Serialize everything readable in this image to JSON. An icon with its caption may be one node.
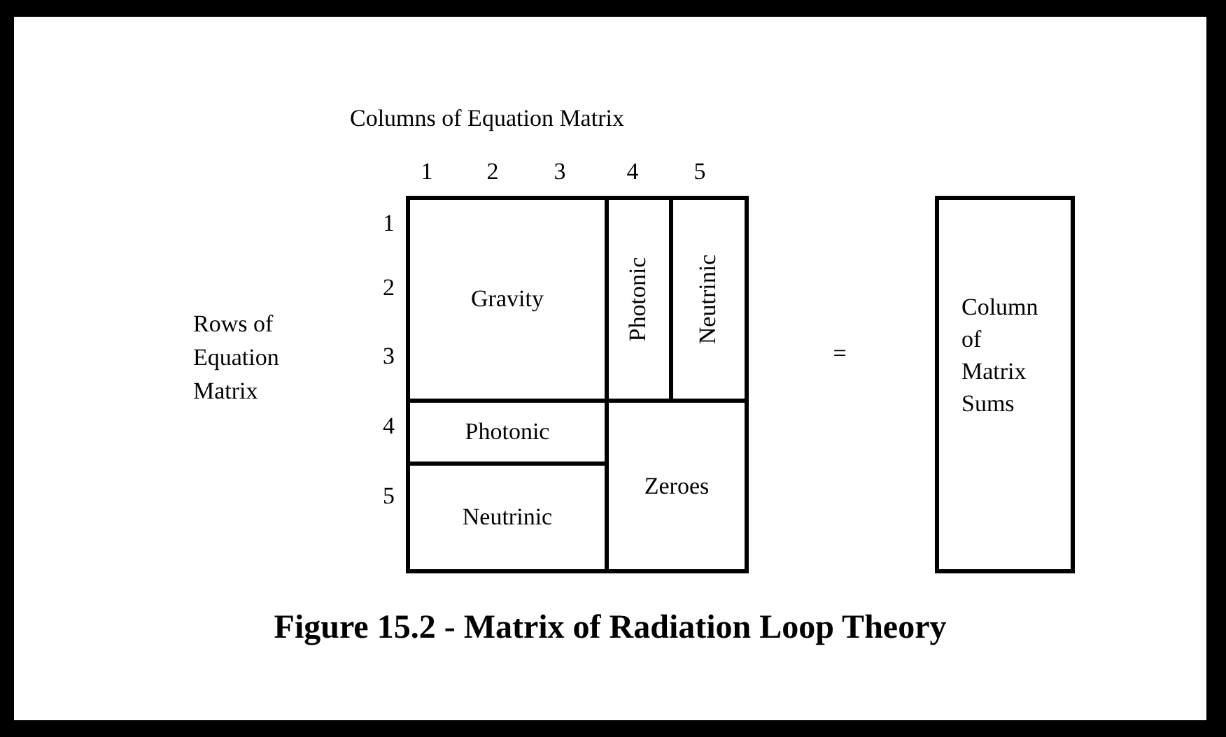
{
  "diagram": {
    "caption": "Figure 15.2 - Matrix of Radiation Loop Theory",
    "nodes": [
      {
        "text": [
          "Gravity"
        ]
      },
      {
        "text": [
          "Photonic"
        ]
      },
      {
        "text": [
          "Neutrinic"
        ]
      },
      {
        "text": [
          "Photonic"
        ]
      },
      {
        "text": [
          "Neutrinic"
        ]
      },
      {
        "text": [
          "Zeroes"
        ]
      },
      {
        "text": [
          "Column of Matrix Sums"
        ]
      }
    ],
    "labels": [
      "Columns of Equation Matrix",
      "1",
      "2",
      "3",
      "4",
      "5",
      "1",
      "2",
      "3",
      "4",
      "5",
      "Rows of Equation Matrix",
      "="
    ]
  }
}
